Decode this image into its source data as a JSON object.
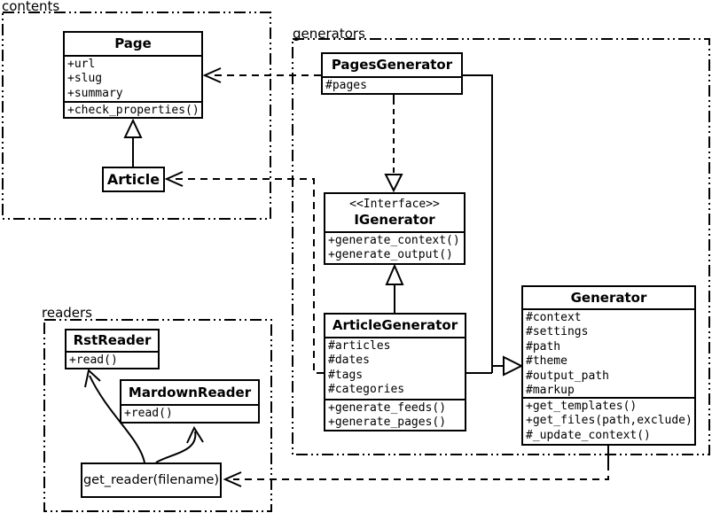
{
  "diagram_type": "uml-class-diagram",
  "colors": {
    "foreground": "#000000",
    "background": "#ffffff",
    "box_fill": "#ffffff"
  },
  "packages": {
    "contents": {
      "label": "contents"
    },
    "generators": {
      "label": "generators"
    },
    "readers": {
      "label": "readers"
    }
  },
  "classes": {
    "page": {
      "name": "Page",
      "attributes": [
        "+url",
        "+slug",
        "+summary"
      ],
      "methods": [
        "+check_properties()"
      ]
    },
    "article": {
      "name": "Article"
    },
    "pages_generator": {
      "name": "PagesGenerator",
      "attributes": [
        "#pages"
      ]
    },
    "igenerator": {
      "stereotype": "<<Interface>>",
      "name": "IGenerator",
      "methods": [
        "+generate_context()",
        "+generate_output()"
      ]
    },
    "article_generator": {
      "name": "ArticleGenerator",
      "attributes": [
        "#articles",
        "#dates",
        "#tags",
        "#categories"
      ],
      "methods": [
        "+generate_feeds()",
        "+generate_pages()"
      ]
    },
    "generator": {
      "name": "Generator",
      "attributes": [
        "#context",
        "#settings",
        "#path",
        "#theme",
        "#output_path",
        "#markup"
      ],
      "methods": [
        "+get_templates()",
        "+get_files(path,exclude)",
        "#_update_context()"
      ]
    },
    "rst_reader": {
      "name": "RstReader",
      "methods": [
        "+read()"
      ]
    },
    "mardown_reader": {
      "name": "MardownReader",
      "methods": [
        "+read()"
      ]
    },
    "get_reader": {
      "label": "get_reader(filename)"
    }
  },
  "relationships": [
    {
      "from": "Article",
      "to": "Page",
      "type": "inheritance",
      "line": "solid",
      "arrow": "hollow-triangle"
    },
    {
      "from": "PagesGenerator",
      "to": "Page",
      "type": "dependency",
      "line": "dashed",
      "arrow": "open"
    },
    {
      "from": "ArticleGenerator",
      "to": "Article",
      "type": "dependency",
      "line": "dashed",
      "arrow": "open"
    },
    {
      "from": "PagesGenerator",
      "to": "IGenerator",
      "type": "realization",
      "line": "dashed",
      "arrow": "hollow-triangle"
    },
    {
      "from": "ArticleGenerator",
      "to": "IGenerator",
      "type": "inheritance",
      "line": "solid",
      "arrow": "hollow-triangle"
    },
    {
      "from": "PagesGenerator",
      "to": "Generator",
      "type": "inheritance",
      "line": "solid",
      "arrow": "hollow-triangle"
    },
    {
      "from": "ArticleGenerator",
      "to": "Generator",
      "type": "inheritance",
      "line": "solid",
      "arrow": "hollow-triangle"
    },
    {
      "from": "Generator",
      "to": "get_reader(filename)",
      "type": "dependency",
      "line": "dashed",
      "arrow": "open"
    },
    {
      "from": "get_reader(filename)",
      "to": "RstReader",
      "type": "association",
      "line": "solid-curve",
      "arrow": "open"
    },
    {
      "from": "get_reader(filename)",
      "to": "MardownReader",
      "type": "association",
      "line": "solid-curve",
      "arrow": "open"
    }
  ]
}
